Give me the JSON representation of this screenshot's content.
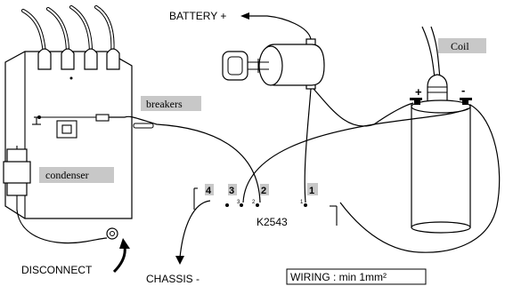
{
  "labels": {
    "battery": "BATTERY +",
    "coil": "Coil",
    "coil_plus": "+",
    "coil_minus": "-",
    "breakers": "breakers",
    "condenser": "condenser",
    "disconnect": "DISCONNECT",
    "chassis": "CHASSIS -",
    "module": "K2543",
    "wiring_note": "WIRING : min 1mm²"
  },
  "terminals": [
    {
      "number": "4",
      "tiny": ""
    },
    {
      "number": "3",
      "tiny": "3"
    },
    {
      "number": "2",
      "tiny": "2"
    },
    {
      "number": "1",
      "tiny": "1"
    }
  ]
}
